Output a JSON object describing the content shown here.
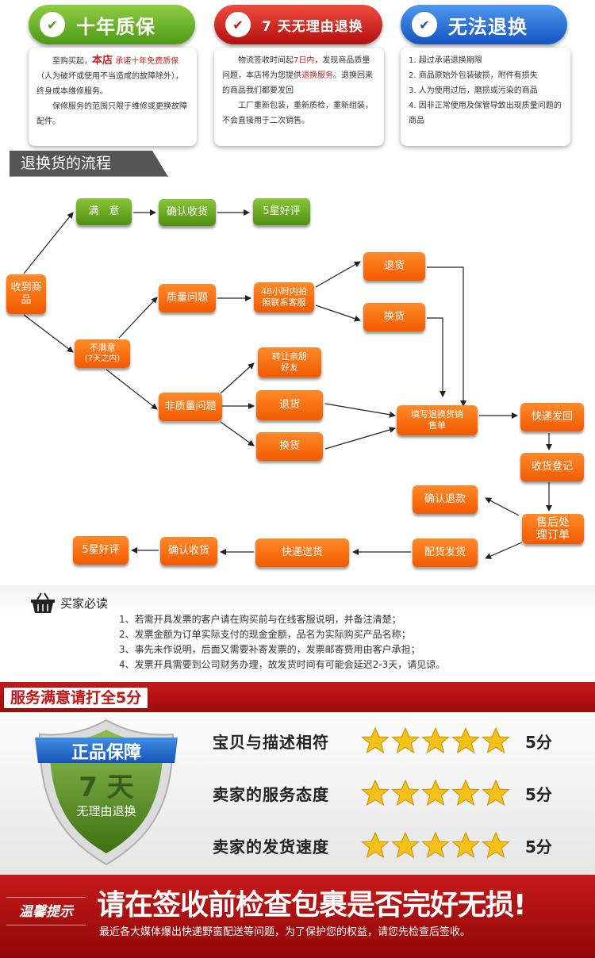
{
  "pills": {
    "green": {
      "label": "十年质保",
      "icon": "heart-check-icon",
      "color": "#4c9a14"
    },
    "red": {
      "label": "7 天无理由退换",
      "icon": "heart-check-icon",
      "color": "#c01515"
    },
    "blue": {
      "label": "无法退换",
      "icon": "heart-check-icon",
      "color": "#1454c0"
    }
  },
  "box1": {
    "p1a": "至购买起，",
    "p1b": "本店",
    "p1c": " 承诺十年免费质保",
    "p1d": "（人为破坏或使用不当造成的故障除外），终身成本维修服务。",
    "p2": "保修服务的范围只限于维修或更换故障配件。"
  },
  "box2": {
    "p1a": "物流签收时间起",
    "p1b": "7日内",
    "p1c": "，发现商品质量问题，本店将为您提供",
    "p1d": "退换服务",
    "p1e": "。退换回来的商品我们都要发回",
    "p2": "工厂重新包装，重新质检，重新组装，不会直接用于二次销售。"
  },
  "box3": {
    "items": [
      "1. 超过承诺退换期限",
      "2. 商品原始外包装破损，附件有损失",
      "3. 人为使用过后，磨损或污染的商品",
      "4. 因非正常使用及保管导致出现质量问题的商品"
    ]
  },
  "flow": {
    "title": "退换货的流程",
    "received": "收到商品",
    "satisfied": "满　意",
    "confirm_receipt": "确认收货",
    "five_star": "5星好评",
    "quality_issue": "质量问题",
    "contact_48h": "48小时内拍照联系客服",
    "return1": "退货",
    "exchange1": "换货",
    "unsatisfied": "不满意",
    "unsatisfied_sub": "(7天之内)",
    "non_quality": "非质量问题",
    "transfer": "转让亲朋好友",
    "return2": "退货",
    "exchange2": "换货",
    "fill_form": "填写退换货销售单",
    "express_send": "快递发回",
    "receive_register": "收货登记",
    "after_sales": "售后处理订单",
    "confirm_refund": "确认退款",
    "ship_goods": "配货发货",
    "express_deliver": "快递送货",
    "confirm_receipt2": "确认收货",
    "five_star2": "5星好评",
    "colors": {
      "orange": "#f25a00",
      "green": "#4f9012"
    }
  },
  "notice": {
    "title": "买家必读",
    "items": [
      "1、若需开具发票的客户请在购买前与在线客服说明，并备注清楚；",
      "2、发票金额为订单实际支付的现金金额，品名为实际购买产品名称；",
      "3、事先未作说明，后面又需要补寄发票的，发票邮寄费用由客户承担；",
      "4、发票开具需要到公司财务办理，故发货时间有可能会延迟2-3天，请见谅。"
    ]
  },
  "rating": {
    "header": "服务满意请打全5分",
    "shield_top": "正品保障",
    "shield_days": "7 天",
    "shield_sub": "无理由退换",
    "rows": [
      {
        "label": "宝贝与描述相符",
        "stars": 5,
        "value": "5分"
      },
      {
        "label": "卖家的服务态度",
        "stars": 5,
        "value": "5分"
      },
      {
        "label": "卖家的发货速度",
        "stars": 5,
        "value": "5分"
      }
    ]
  },
  "bottom": {
    "tag": "温馨提示",
    "headline": "请在签收前检查包裹是否完好无损!",
    "sub": "最近各大媒体爆出快递野蛮配送等问题，为了保护您的权益，请您先检查后签收。"
  }
}
